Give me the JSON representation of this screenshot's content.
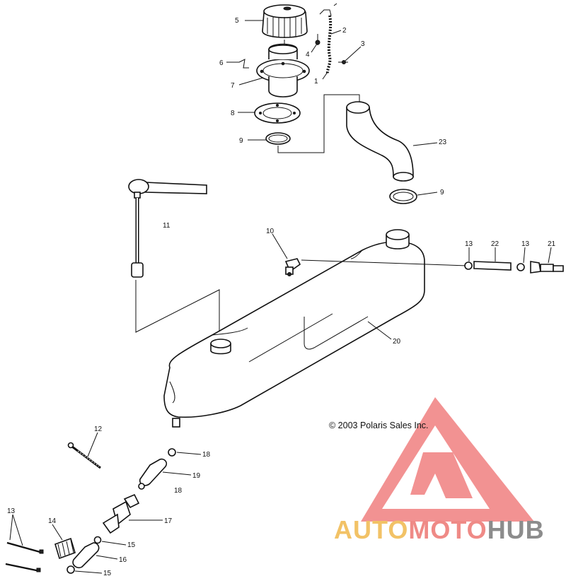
{
  "copyright": "© 2003 Polaris Sales Inc.",
  "watermark": {
    "word_auto": "AUTO",
    "word_moto": "MOTO",
    "word_hub": "HUB",
    "color_triangle": "#f07f7f",
    "color_auto": "#f2c266",
    "color_moto": "#ef8a86",
    "color_hub": "#8c8c8c"
  },
  "callouts": {
    "c1": "1",
    "c2": "2",
    "c3": "3",
    "c4": "4",
    "c5": "5",
    "c6": "6",
    "c7": "7",
    "c8": "8",
    "c9a": "9",
    "c9b": "9",
    "c10": "10",
    "c11": "11",
    "c12": "12",
    "c13a": "13",
    "c13b": "13",
    "c13c": "13",
    "c14": "14",
    "c15a": "15",
    "c15b": "15",
    "c16": "16",
    "c17": "17",
    "c18a": "18",
    "c18b": "18",
    "c19": "19",
    "c20": "20",
    "c21": "21",
    "c22": "22",
    "c23": "23"
  }
}
